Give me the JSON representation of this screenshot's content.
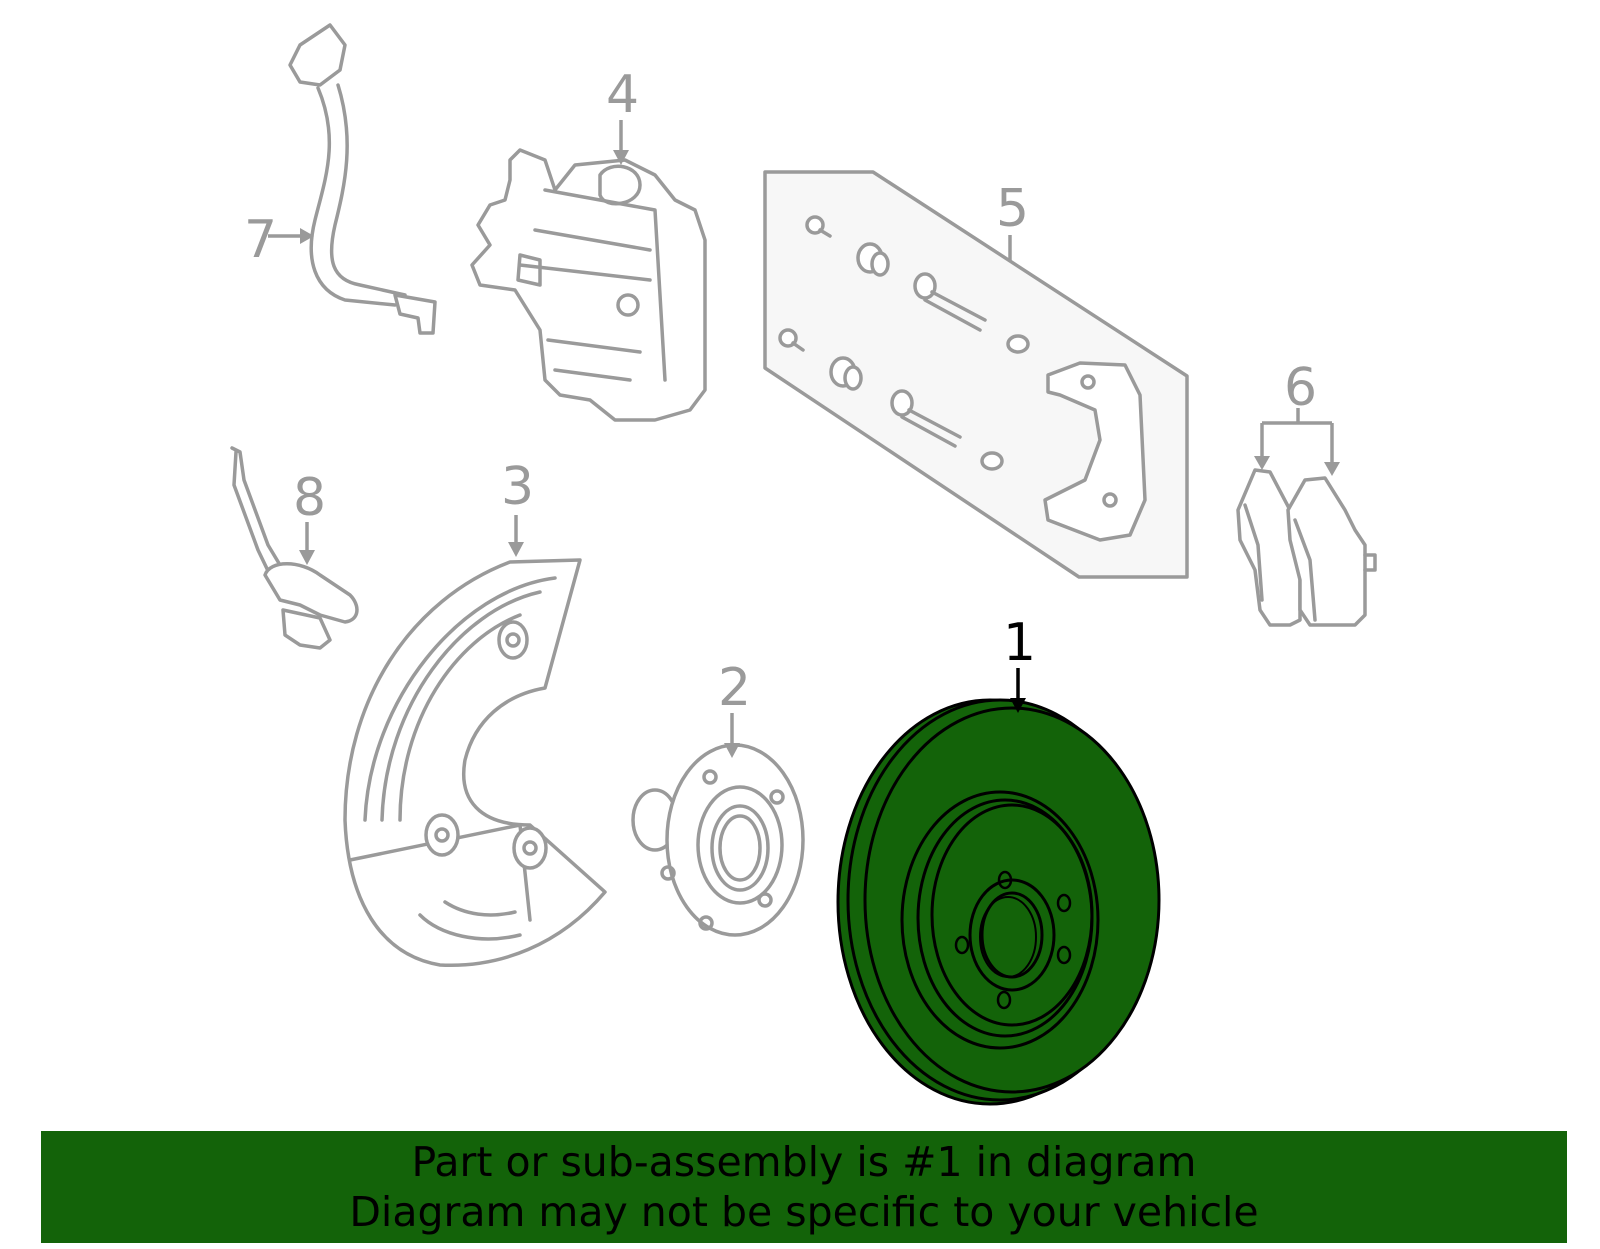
{
  "callouts": {
    "c1": "1",
    "c2": "2",
    "c3": "3",
    "c4": "4",
    "c5": "5",
    "c6": "6",
    "c7": "7",
    "c8": "8"
  },
  "highlight_color": "#136309",
  "line_color": "#9a9a9a",
  "banner": {
    "line1": "Part or sub-assembly is #1 in diagram",
    "line2": "Diagram may not be specific to your vehicle"
  }
}
